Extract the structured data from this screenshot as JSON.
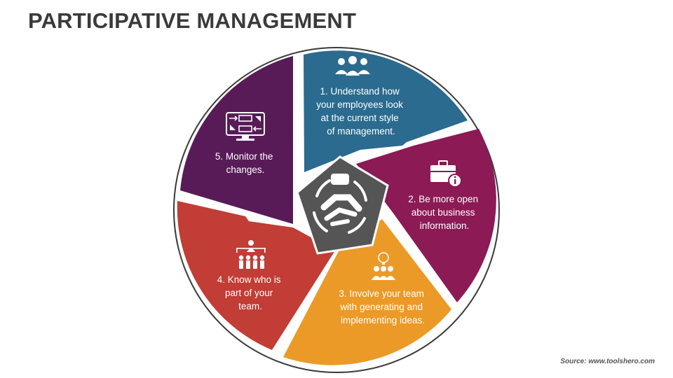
{
  "title": "PARTICIPATIVE MANAGEMENT",
  "source": "Source: www.toolshero.com",
  "colors": {
    "step1": "#2a6b8f",
    "step2": "#8c1a55",
    "step3": "#eb9a27",
    "step4": "#c13d35",
    "step5": "#581b58",
    "center": "#555555",
    "outer_ring": "#3a3a3a"
  },
  "steps": [
    {
      "icon": "employees-group-icon",
      "lines": [
        "1. Understand how",
        "your employees look",
        "at the current style",
        "of management."
      ]
    },
    {
      "icon": "briefcase-info-icon",
      "lines": [
        "2. Be more open",
        "about business",
        "information."
      ]
    },
    {
      "icon": "team-idea-icon",
      "lines": [
        "3. Involve your team",
        "with generating and",
        "implementing ideas."
      ]
    },
    {
      "icon": "team-hierarchy-icon",
      "lines": [
        "4. Know who is",
        "part of your",
        "team."
      ]
    },
    {
      "icon": "monitor-process-icon",
      "lines": [
        "5. Monitor the",
        "changes."
      ]
    }
  ],
  "center_icon": "joined-hands-icon"
}
